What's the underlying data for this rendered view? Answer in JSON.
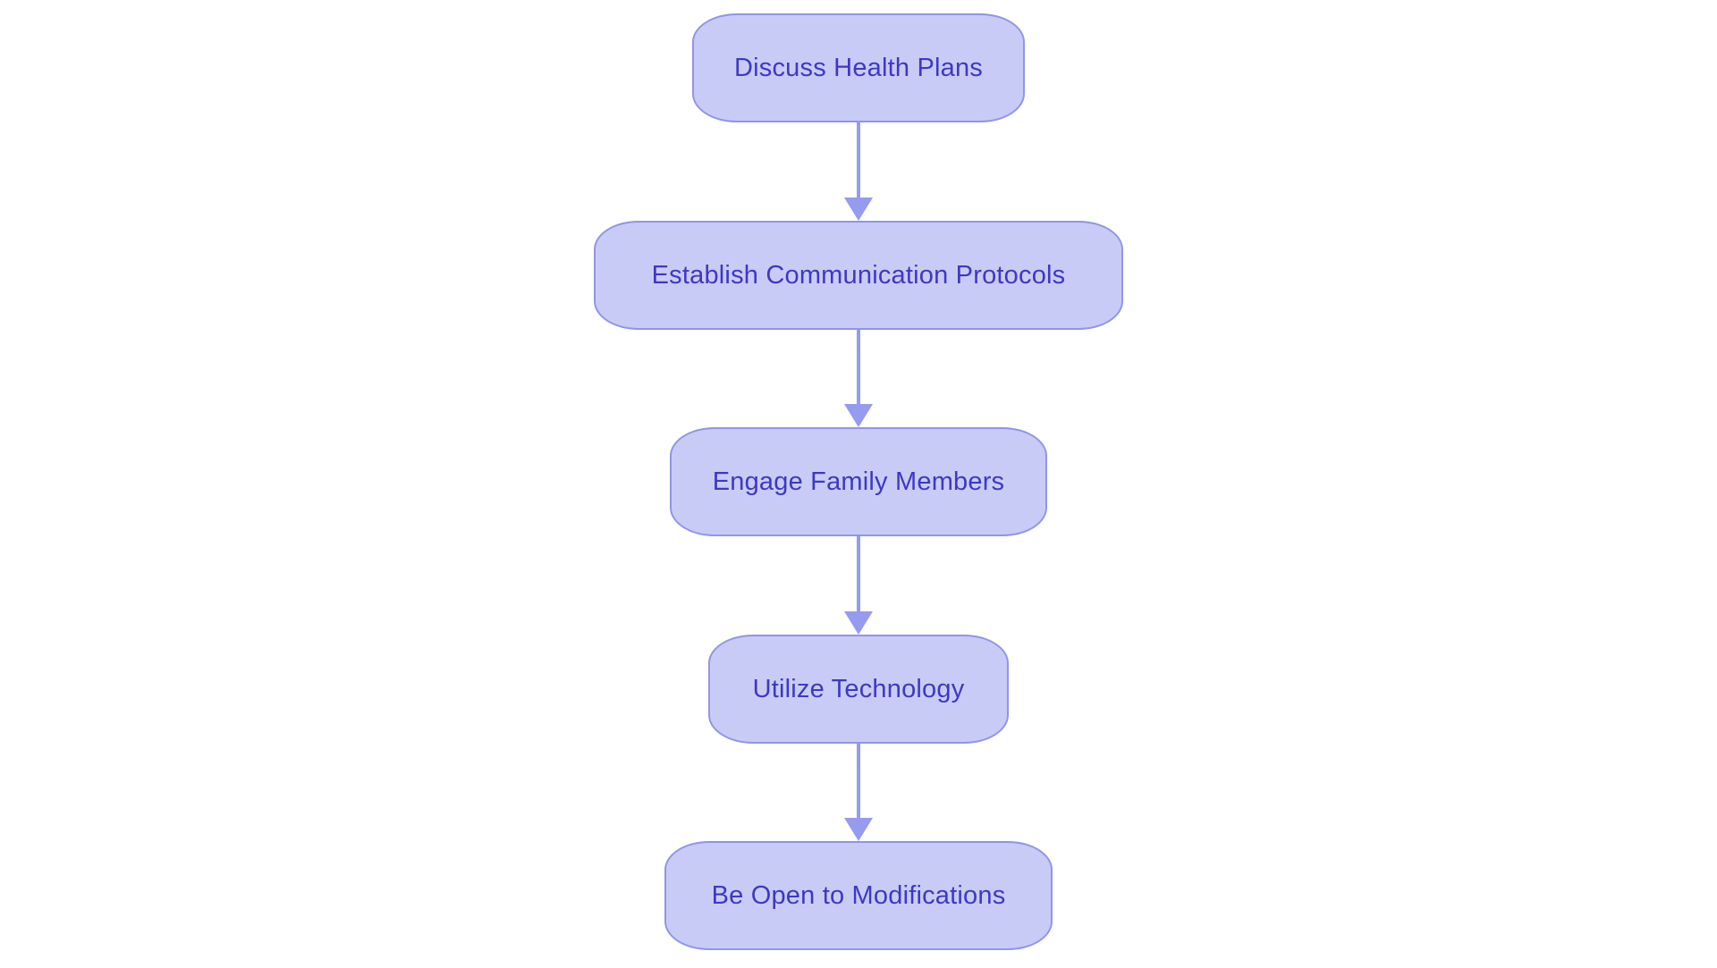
{
  "diagram": {
    "type": "flowchart",
    "direction": "top-to-bottom",
    "nodes": [
      {
        "id": 1,
        "label": "Discuss Health Plans"
      },
      {
        "id": 2,
        "label": "Establish Communication Protocols"
      },
      {
        "id": 3,
        "label": "Engage Family Members"
      },
      {
        "id": 4,
        "label": "Utilize Technology"
      },
      {
        "id": 5,
        "label": "Be Open to Modifications"
      }
    ],
    "edges": [
      {
        "from": "Discuss Health Plans",
        "to": "Establish Communication Protocols"
      },
      {
        "from": "Establish Communication Protocols",
        "to": "Engage Family Members"
      },
      {
        "from": "Engage Family Members",
        "to": "Utilize Technology"
      },
      {
        "from": "Utilize Technology",
        "to": "Be Open to Modifications"
      }
    ]
  },
  "colors": {
    "background": "#ffffff",
    "node_fill": "#c9cbf7",
    "node_border": "#9095e7",
    "node_text": "#3c39c4",
    "arrow": "#959bee"
  }
}
